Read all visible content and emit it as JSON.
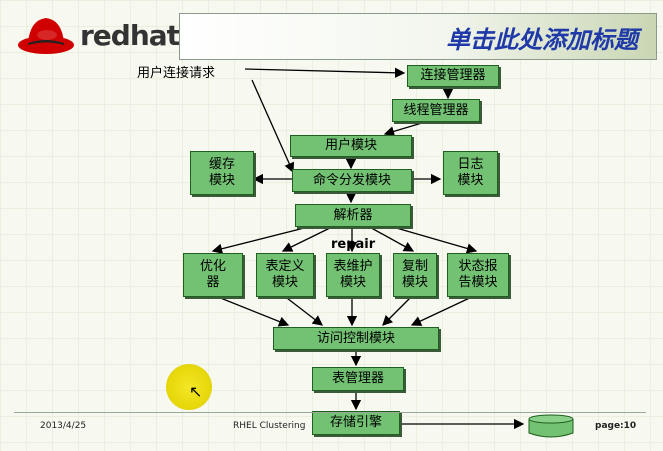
{
  "brand": {
    "name": "redhat",
    "logo_icon": "redhat-shadowman-icon"
  },
  "title": "单击此处添加标题",
  "request_label": "用户连接请求",
  "repair_label": "repair",
  "boxes": {
    "connection_manager": "连接管理器",
    "thread_manager": "线程管理器",
    "user_module": "用户模块",
    "cache": "缓存\n模块",
    "log": "日志\n模块",
    "dispatcher": "命令分发模块",
    "parser": "解析器",
    "optimizer": "优化\n器",
    "table_def": "表定义\n模块",
    "table_maint": "表维护\n模块",
    "replication": "复制\n模块",
    "status_report": "状态报\n告模块",
    "access_control": "访问控制模块",
    "table_manager": "表管理器",
    "storage_engine": "存储引擎"
  },
  "footer": {
    "date": "2013/4/25",
    "center": "RHEL Clustering",
    "page": "page:10"
  },
  "colors": {
    "box_fill": "#73c273",
    "box_border": "#1f5f1f",
    "title_text": "#1f3aa8",
    "cursor_highlight": "#f3e61c"
  }
}
